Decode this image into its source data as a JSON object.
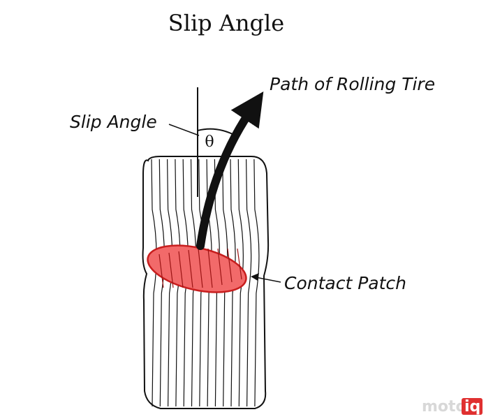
{
  "diagram": {
    "title": "Slip Angle",
    "labels": {
      "path": "Path of Rolling Tire",
      "slip_angle": "Slip Angle",
      "contact_patch": "Contact Patch",
      "theta": "θ"
    },
    "watermark": {
      "prefix": "moto",
      "suffix": "iq"
    },
    "colors": {
      "contact_patch_fill": "#f26a6a",
      "contact_patch_stroke": "#c81e1e",
      "line": "#111111",
      "watermark_box": "#e03030"
    }
  }
}
